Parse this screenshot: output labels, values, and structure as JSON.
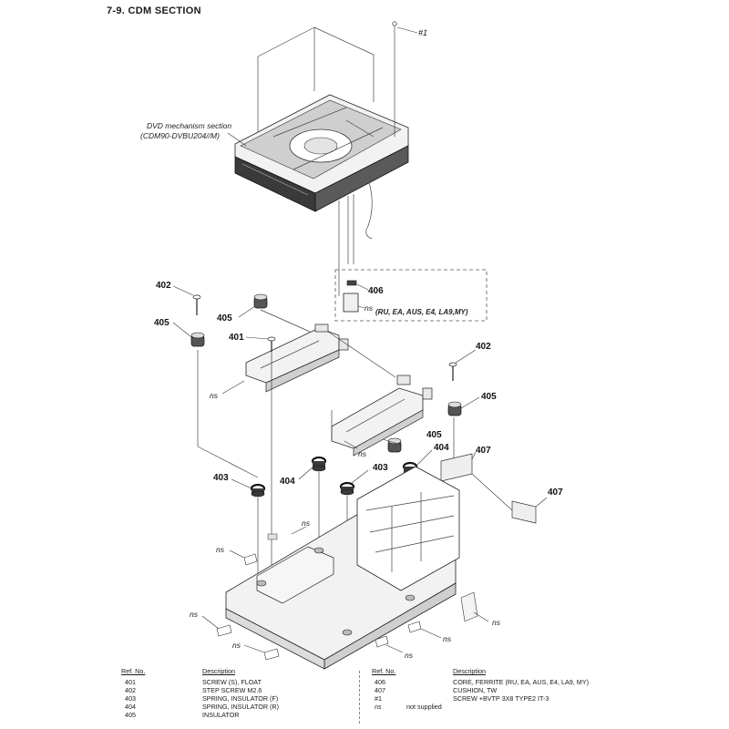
{
  "section_title": "7-9.   CDM  SECTION",
  "mechanism_caption": {
    "line1": "DVD mechanism section",
    "line2": "(CDM90-DVBU204//M)"
  },
  "region_note": "(RU, EA, AUS, E4, LA9,MY)",
  "callouts": {
    "c401": "401",
    "c402a": "402",
    "c402b": "402",
    "c403a": "403",
    "c403b": "403",
    "c404a": "404",
    "c404b": "404",
    "c405a": "405",
    "c405b": "405",
    "c405c": "405",
    "c405d": "405",
    "c406": "406",
    "c407a": "407",
    "c407b": "407",
    "hash1": "#1"
  },
  "ns_label": "ns",
  "legend": {
    "ref_header": "Ref. No.",
    "desc_header": "Description",
    "left_rows": [
      {
        "ref": "401",
        "desc": "SCREW (S), FLOAT"
      },
      {
        "ref": "402",
        "desc": "STEP SCREW M2.6"
      },
      {
        "ref": "403",
        "desc": "SPRING, INSULATOR (F)"
      },
      {
        "ref": "404",
        "desc": "SPRING, INSULATOR (R)"
      },
      {
        "ref": "405",
        "desc": "INSULATOR"
      }
    ],
    "right_rows": [
      {
        "ref": "406",
        "desc": "CORE, FERRITE (RU, EA, AUS, E4, LA9, MY)"
      },
      {
        "ref": "407",
        "desc": "CUSHION, TW"
      },
      {
        "ref": "#1",
        "desc": "SCREW +BVTP 3X8 TYPE2 IT-3"
      },
      {
        "ref": "ns",
        "desc": "not supplied"
      }
    ]
  }
}
